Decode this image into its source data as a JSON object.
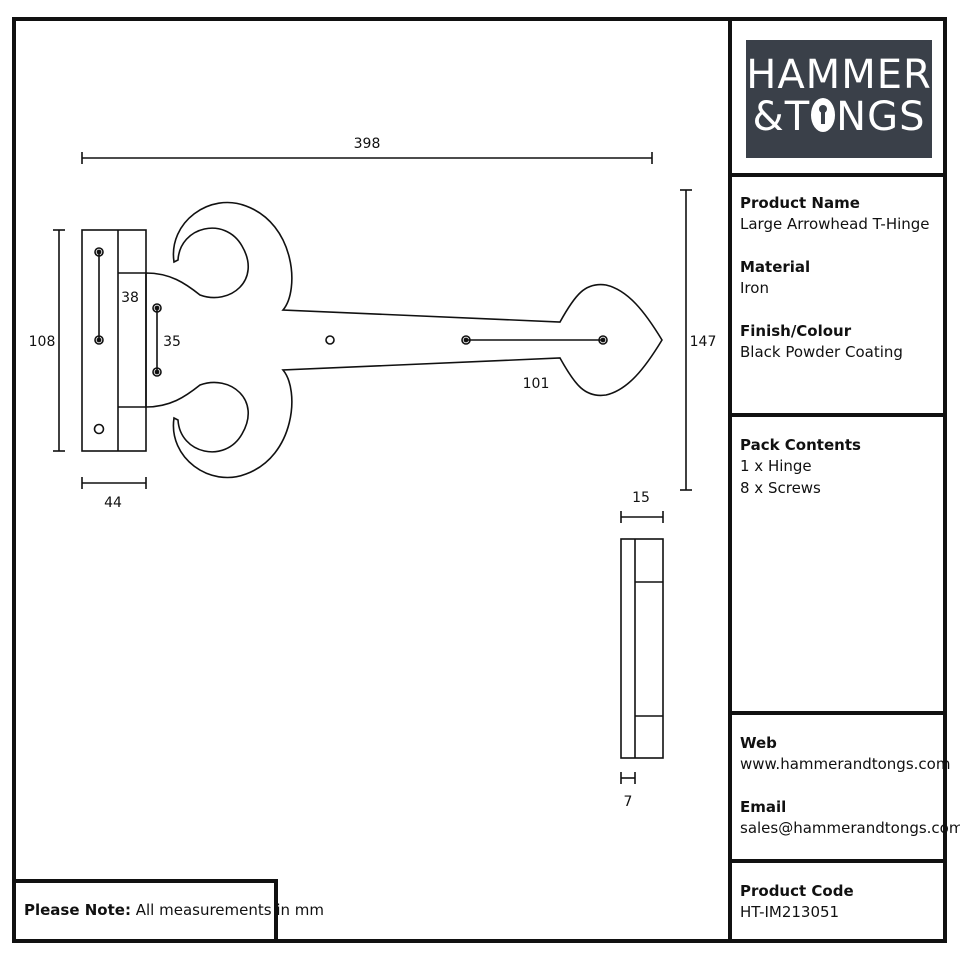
{
  "logo": {
    "line1": "HAMMER",
    "line2_prefix": "&T",
    "line2_suffix": "NGS",
    "bg_color": "#3a4049",
    "icon": "keyhole-icon"
  },
  "product": {
    "name_label": "Product Name",
    "name": "Large Arrowhead T-Hinge",
    "material_label": "Material",
    "material": "Iron",
    "finish_label": "Finish/Colour",
    "finish": "Black Powder Coating"
  },
  "pack": {
    "label": "Pack Contents",
    "items": [
      "1 x Hinge",
      "8 x Screws"
    ]
  },
  "contact": {
    "web_label": "Web",
    "web": "www.hammerandtongs.com",
    "email_label": "Email",
    "email": "sales@hammerandtongs.com"
  },
  "code": {
    "label": "Product Code",
    "value": "HT-IM213051"
  },
  "note": {
    "label": "Please Note:",
    "text": "All measurements in mm"
  },
  "dimensions": {
    "overall_length": "398",
    "overall_height": "147",
    "plate_height": "108",
    "plate_width": "44",
    "inner_hole_spacing": "38",
    "strap_hole_spacing": "35",
    "slot_length": "101",
    "side_width": "15",
    "side_thickness": "7"
  }
}
